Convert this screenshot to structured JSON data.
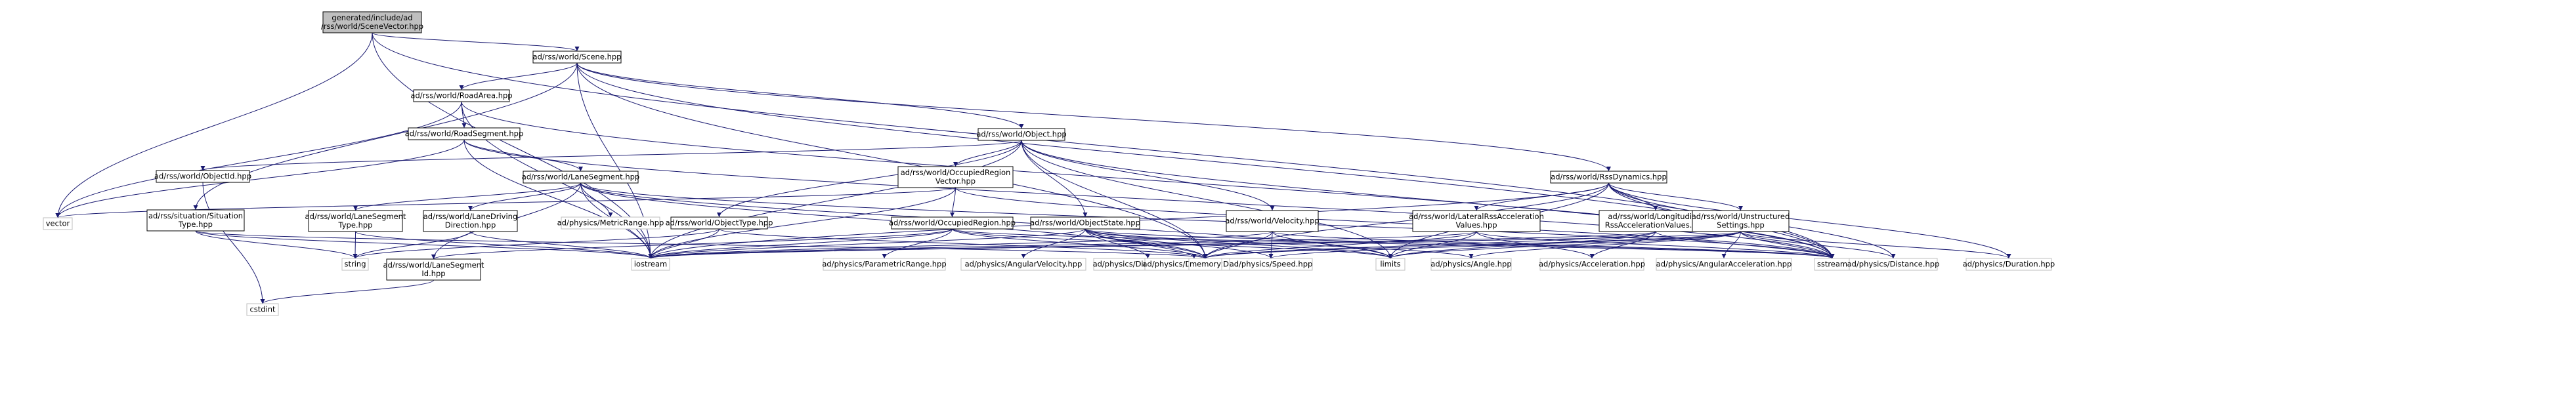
{
  "colors": {
    "edge": "#191970",
    "root_fill": "#bfbfbf",
    "normal_fill": "#ffffff",
    "normal_stroke": "#000000",
    "external_stroke": "#bfbfbf",
    "text": "#000000"
  },
  "nodes": [
    {
      "id": "root",
      "lines": [
        "generated/include/ad",
        "/rss/world/SceneVector.hpp"
      ],
      "kind": "root"
    },
    {
      "id": "scene",
      "lines": [
        "ad/rss/world/Scene.hpp"
      ],
      "kind": "normal"
    },
    {
      "id": "roadarea",
      "lines": [
        "ad/rss/world/RoadArea.hpp"
      ],
      "kind": "normal"
    },
    {
      "id": "roadsegment",
      "lines": [
        "ad/rss/world/RoadSegment.hpp"
      ],
      "kind": "normal"
    },
    {
      "id": "object",
      "lines": [
        "ad/rss/world/Object.hpp"
      ],
      "kind": "normal"
    },
    {
      "id": "objectid",
      "lines": [
        "ad/rss/world/ObjectId.hpp"
      ],
      "kind": "normal"
    },
    {
      "id": "lanesegment",
      "lines": [
        "ad/rss/world/LaneSegment.hpp"
      ],
      "kind": "normal"
    },
    {
      "id": "occregionvec",
      "lines": [
        "ad/rss/world/OccupiedRegion",
        "Vector.hpp"
      ],
      "kind": "normal"
    },
    {
      "id": "rssdynamics",
      "lines": [
        "ad/rss/world/RssDynamics.hpp"
      ],
      "kind": "normal"
    },
    {
      "id": "sittype",
      "lines": [
        "ad/rss/situation/Situation",
        "Type.hpp"
      ],
      "kind": "normal"
    },
    {
      "id": "vector",
      "lines": [
        "vector"
      ],
      "kind": "external"
    },
    {
      "id": "lanesegtype",
      "lines": [
        "ad/rss/world/LaneSegment",
        "Type.hpp"
      ],
      "kind": "normal"
    },
    {
      "id": "lanedrivdir",
      "lines": [
        "ad/rss/world/LaneDriving",
        "Direction.hpp"
      ],
      "kind": "normal"
    },
    {
      "id": "metricrange",
      "lines": [
        "ad/physics/MetricRange.hpp"
      ],
      "kind": "external"
    },
    {
      "id": "objecttype",
      "lines": [
        "ad/rss/world/ObjectType.hpp"
      ],
      "kind": "normal"
    },
    {
      "id": "occregion",
      "lines": [
        "ad/rss/world/OccupiedRegion.hpp"
      ],
      "kind": "normal"
    },
    {
      "id": "objectstate",
      "lines": [
        "ad/rss/world/ObjectState.hpp"
      ],
      "kind": "normal"
    },
    {
      "id": "velocity",
      "lines": [
        "ad/rss/world/Velocity.hpp"
      ],
      "kind": "normal"
    },
    {
      "id": "latrssacc",
      "lines": [
        "ad/rss/world/LateralRssAcceleration",
        "Values.hpp"
      ],
      "kind": "normal"
    },
    {
      "id": "lonrssacc",
      "lines": [
        "ad/rss/world/Longitudinal",
        "RssAccelerationValues.hpp"
      ],
      "kind": "normal"
    },
    {
      "id": "unstructured",
      "lines": [
        "ad/rss/world/Unstructured",
        "Settings.hpp"
      ],
      "kind": "normal"
    },
    {
      "id": "string",
      "lines": [
        "string"
      ],
      "kind": "external"
    },
    {
      "id": "iostream",
      "lines": [
        "iostream"
      ],
      "kind": "external"
    },
    {
      "id": "lanesegid",
      "lines": [
        "ad/rss/world/LaneSegment",
        "Id.hpp"
      ],
      "kind": "normal"
    },
    {
      "id": "cstdint",
      "lines": [
        "cstdint"
      ],
      "kind": "external"
    },
    {
      "id": "parametricrange",
      "lines": [
        "ad/physics/ParametricRange.hpp"
      ],
      "kind": "external"
    },
    {
      "id": "angularvel",
      "lines": [
        "ad/physics/AngularVelocity.hpp"
      ],
      "kind": "external"
    },
    {
      "id": "dimension2d",
      "lines": [
        "ad/physics/Dimension2D.hpp"
      ],
      "kind": "external"
    },
    {
      "id": "distance2d",
      "lines": [
        "ad/physics/Distance2D.hpp"
      ],
      "kind": "external"
    },
    {
      "id": "memory",
      "lines": [
        "memory"
      ],
      "kind": "external"
    },
    {
      "id": "speed",
      "lines": [
        "ad/physics/Speed.hpp"
      ],
      "kind": "external"
    },
    {
      "id": "limits",
      "lines": [
        "limits"
      ],
      "kind": "external"
    },
    {
      "id": "angle",
      "lines": [
        "ad/physics/Angle.hpp"
      ],
      "kind": "external"
    },
    {
      "id": "acceleration",
      "lines": [
        "ad/physics/Acceleration.hpp"
      ],
      "kind": "external"
    },
    {
      "id": "angularacc",
      "lines": [
        "ad/physics/AngularAcceleration.hpp"
      ],
      "kind": "external"
    },
    {
      "id": "sstream",
      "lines": [
        "sstream"
      ],
      "kind": "external"
    },
    {
      "id": "distance",
      "lines": [
        "ad/physics/Distance.hpp"
      ],
      "kind": "external"
    },
    {
      "id": "duration",
      "lines": [
        "ad/physics/Duration.hpp"
      ],
      "kind": "external"
    }
  ],
  "edges": [
    [
      "root",
      "scene"
    ],
    [
      "root",
      "vector"
    ],
    [
      "root",
      "iostream"
    ],
    [
      "root",
      "sstream"
    ],
    [
      "scene",
      "roadarea"
    ],
    [
      "scene",
      "object"
    ],
    [
      "scene",
      "rssdynamics"
    ],
    [
      "scene",
      "sittype"
    ],
    [
      "scene",
      "iostream"
    ],
    [
      "scene",
      "memory"
    ],
    [
      "scene",
      "sstream"
    ],
    [
      "roadarea",
      "roadsegment"
    ],
    [
      "roadarea",
      "vector"
    ],
    [
      "roadarea",
      "iostream"
    ],
    [
      "roadarea",
      "sstream"
    ],
    [
      "roadsegment",
      "lanesegment"
    ],
    [
      "roadsegment",
      "vector"
    ],
    [
      "roadsegment",
      "iostream"
    ],
    [
      "roadsegment",
      "sstream"
    ],
    [
      "object",
      "objectid"
    ],
    [
      "object",
      "occregionvec"
    ],
    [
      "object",
      "objecttype"
    ],
    [
      "object",
      "objectstate"
    ],
    [
      "object",
      "velocity"
    ],
    [
      "object",
      "iostream"
    ],
    [
      "object",
      "memory"
    ],
    [
      "object",
      "limits"
    ],
    [
      "object",
      "sstream"
    ],
    [
      "objectid",
      "cstdint"
    ],
    [
      "lanesegment",
      "lanesegtype"
    ],
    [
      "lanesegment",
      "lanedrivdir"
    ],
    [
      "lanesegment",
      "metricrange"
    ],
    [
      "lanesegment",
      "lanesegid"
    ],
    [
      "lanesegment",
      "iostream"
    ],
    [
      "lanesegment",
      "memory"
    ],
    [
      "lanesegment",
      "limits"
    ],
    [
      "lanesegment",
      "sstream"
    ],
    [
      "occregionvec",
      "occregion"
    ],
    [
      "occregionvec",
      "vector"
    ],
    [
      "occregionvec",
      "iostream"
    ],
    [
      "occregionvec",
      "sstream"
    ],
    [
      "rssdynamics",
      "latrssacc"
    ],
    [
      "rssdynamics",
      "lonrssacc"
    ],
    [
      "rssdynamics",
      "unstructured"
    ],
    [
      "rssdynamics",
      "distance"
    ],
    [
      "rssdynamics",
      "duration"
    ],
    [
      "rssdynamics",
      "iostream"
    ],
    [
      "rssdynamics",
      "memory"
    ],
    [
      "rssdynamics",
      "limits"
    ],
    [
      "rssdynamics",
      "sstream"
    ],
    [
      "sittype",
      "string"
    ],
    [
      "sittype",
      "iostream"
    ],
    [
      "sittype",
      "memory"
    ],
    [
      "lanesegtype",
      "string"
    ],
    [
      "lanesegtype",
      "iostream"
    ],
    [
      "lanedrivdir",
      "string"
    ],
    [
      "lanedrivdir",
      "iostream"
    ],
    [
      "objecttype",
      "string"
    ],
    [
      "objecttype",
      "iostream"
    ],
    [
      "objecttype",
      "memory"
    ],
    [
      "occregion",
      "parametricrange"
    ],
    [
      "occregion",
      "lanesegid"
    ],
    [
      "occregion",
      "iostream"
    ],
    [
      "occregion",
      "memory"
    ],
    [
      "occregion",
      "limits"
    ],
    [
      "occregion",
      "sstream"
    ],
    [
      "objectstate",
      "angularvel"
    ],
    [
      "objectstate",
      "dimension2d"
    ],
    [
      "objectstate",
      "distance2d"
    ],
    [
      "objectstate",
      "speed"
    ],
    [
      "objectstate",
      "angle"
    ],
    [
      "objectstate",
      "iostream"
    ],
    [
      "objectstate",
      "memory"
    ],
    [
      "objectstate",
      "limits"
    ],
    [
      "objectstate",
      "sstream"
    ],
    [
      "velocity",
      "speed"
    ],
    [
      "velocity",
      "iostream"
    ],
    [
      "velocity",
      "memory"
    ],
    [
      "velocity",
      "limits"
    ],
    [
      "velocity",
      "sstream"
    ],
    [
      "latrssacc",
      "acceleration"
    ],
    [
      "latrssacc",
      "iostream"
    ],
    [
      "latrssacc",
      "memory"
    ],
    [
      "latrssacc",
      "limits"
    ],
    [
      "latrssacc",
      "sstream"
    ],
    [
      "lonrssacc",
      "acceleration"
    ],
    [
      "lonrssacc",
      "iostream"
    ],
    [
      "lonrssacc",
      "memory"
    ],
    [
      "lonrssacc",
      "limits"
    ],
    [
      "lonrssacc",
      "sstream"
    ],
    [
      "unstructured",
      "angle"
    ],
    [
      "unstructured",
      "angularacc"
    ],
    [
      "unstructured",
      "distance"
    ],
    [
      "unstructured",
      "duration"
    ],
    [
      "unstructured",
      "speed"
    ],
    [
      "unstructured",
      "iostream"
    ],
    [
      "unstructured",
      "memory"
    ],
    [
      "unstructured",
      "limits"
    ],
    [
      "unstructured",
      "sstream"
    ],
    [
      "lanesegid",
      "cstdint"
    ]
  ]
}
